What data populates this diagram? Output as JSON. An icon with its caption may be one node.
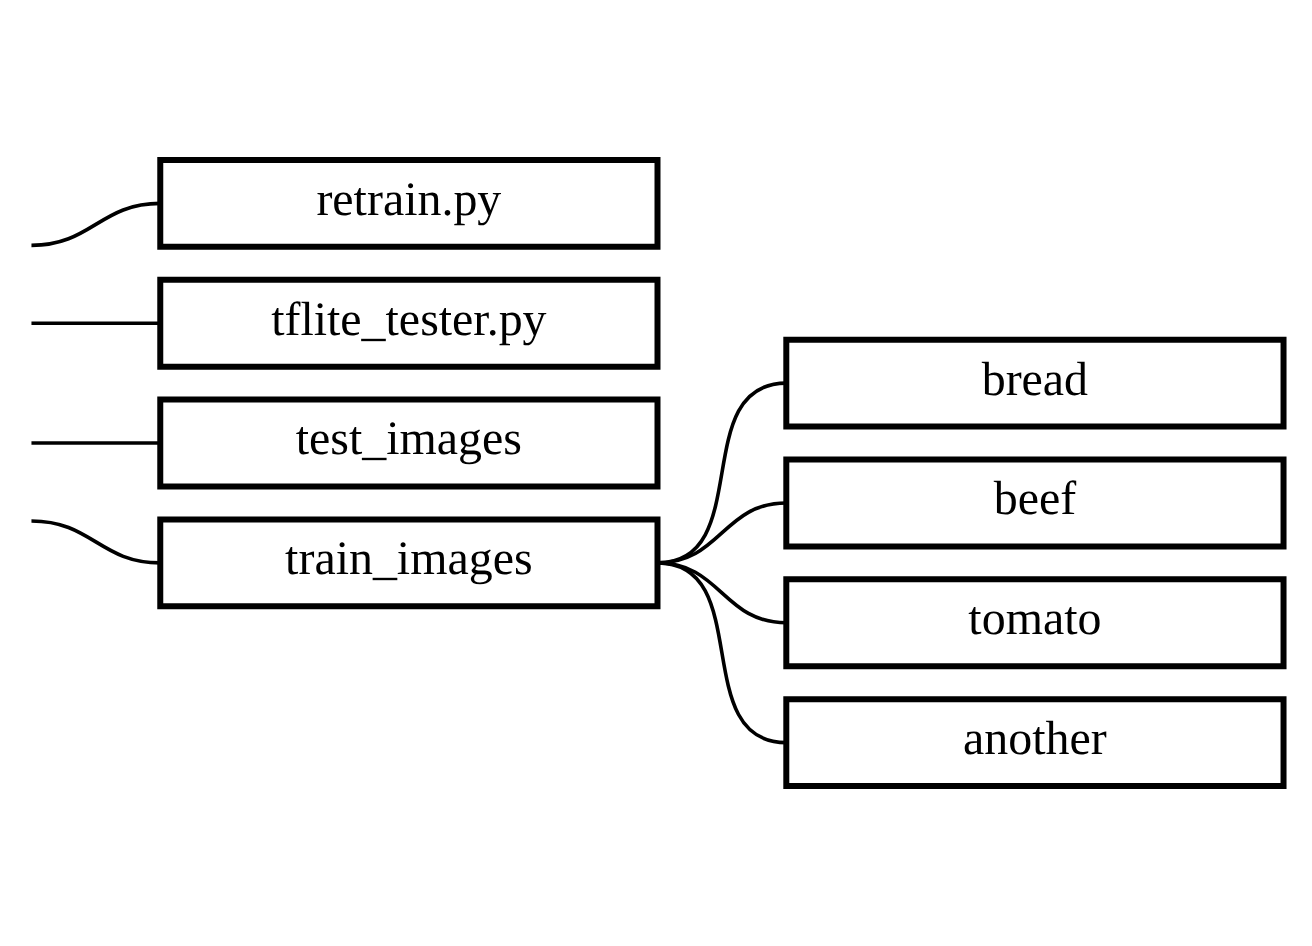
{
  "diagram": {
    "nodes": [
      {
        "text": [
          "retrain.py"
        ]
      },
      {
        "text": [
          "tflite_tester.py"
        ]
      },
      {
        "text": [
          "test_images"
        ]
      },
      {
        "text": [
          "train_images"
        ]
      },
      {
        "text": [
          "bread"
        ]
      },
      {
        "text": [
          "beef"
        ]
      },
      {
        "text": [
          "tomato"
        ]
      },
      {
        "text": [
          "another"
        ]
      }
    ],
    "edges": [
      {
        "from": null,
        "to": 0,
        "arrow": "none"
      },
      {
        "from": null,
        "to": 1,
        "arrow": "none"
      },
      {
        "from": null,
        "to": 2,
        "arrow": "none"
      },
      {
        "from": null,
        "to": 3,
        "arrow": "none"
      },
      {
        "from": 3,
        "to": 4,
        "arrow": "none"
      },
      {
        "from": 3,
        "to": 5,
        "arrow": "none"
      },
      {
        "from": 3,
        "to": 6,
        "arrow": "none"
      },
      {
        "from": 3,
        "to": 7,
        "arrow": "none"
      }
    ]
  }
}
